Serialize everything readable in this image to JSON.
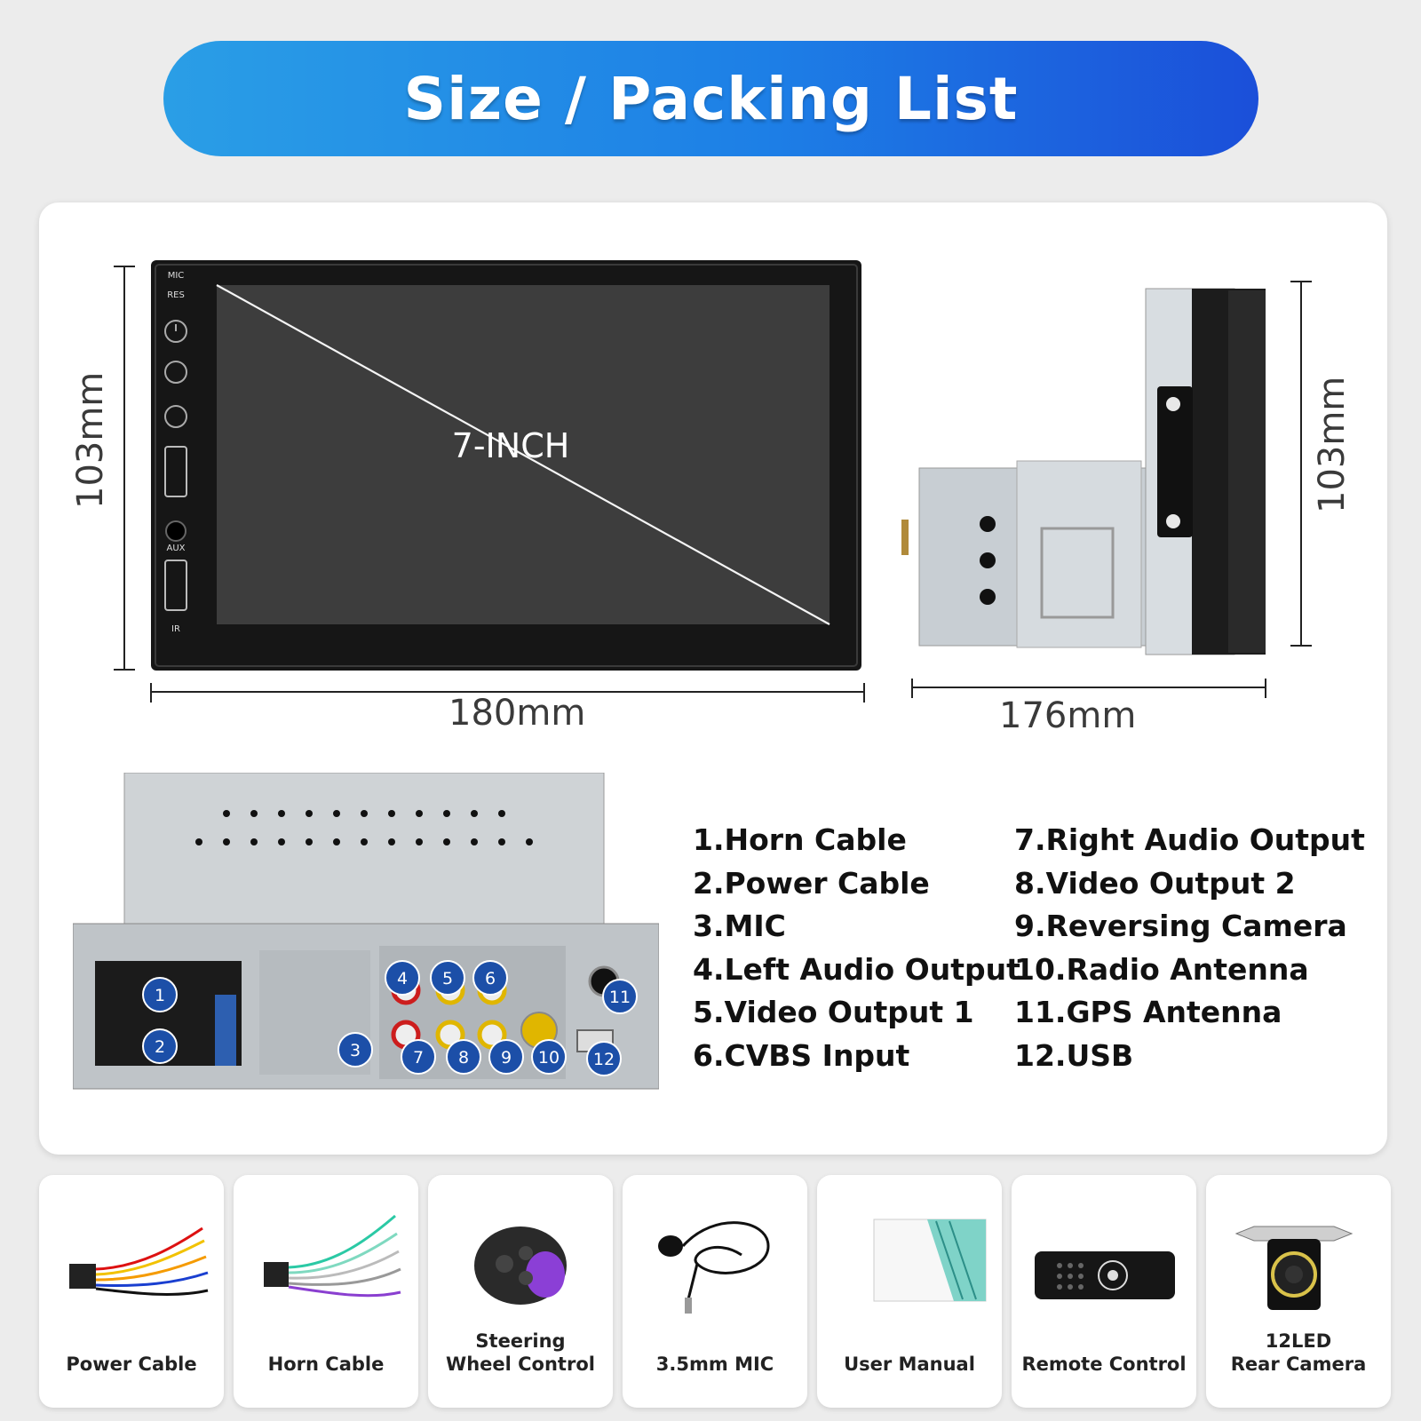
{
  "banner": {
    "title": "Size / Packing List"
  },
  "front_view": {
    "screen_label": "7-INCH",
    "side_labels": [
      "MIC",
      "RES",
      "AUX",
      "IR"
    ],
    "width_label": "180mm",
    "height_label": "103mm"
  },
  "side_view": {
    "depth_label": "176mm",
    "height_label": "103mm"
  },
  "rear_view": {
    "badges": [
      "1",
      "2",
      "3",
      "4",
      "5",
      "6",
      "7",
      "8",
      "9",
      "10",
      "11",
      "12"
    ]
  },
  "ports": {
    "left": [
      "1.Horn Cable",
      "2.Power Cable",
      "3.MIC",
      "4.Left Audio Output",
      "5.Video Output 1",
      "6.CVBS Input"
    ],
    "right": [
      "7.Right Audio Output",
      "8.Video Output 2",
      "9.Reversing Camera",
      "10.Radio Antenna",
      "11.GPS Antenna",
      "12.USB"
    ]
  },
  "packing": [
    {
      "label_line1": "Power Cable",
      "label_line2": "",
      "icon": "power-cable-icon"
    },
    {
      "label_line1": "Horn Cable",
      "label_line2": "",
      "icon": "horn-cable-icon"
    },
    {
      "label_line1": "Steering",
      "label_line2": "Wheel Control",
      "icon": "steering-wheel-control-icon"
    },
    {
      "label_line1": "3.5mm MIC",
      "label_line2": "",
      "icon": "microphone-icon"
    },
    {
      "label_line1": "User Manual",
      "label_line2": "",
      "icon": "manual-icon"
    },
    {
      "label_line1": "Remote Control",
      "label_line2": "",
      "icon": "remote-control-icon"
    },
    {
      "label_line1": "12LED",
      "label_line2": "Rear Camera",
      "icon": "camera-icon"
    }
  ],
  "colors": {
    "banner_start": "#2a9ee6",
    "banner_end": "#1b4fd9",
    "badge": "#1c4fa8"
  }
}
